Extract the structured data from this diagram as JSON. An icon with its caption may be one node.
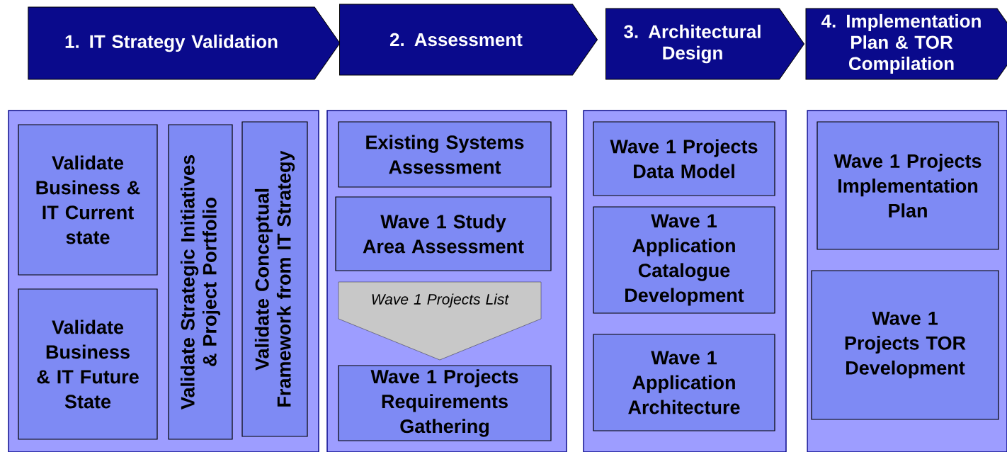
{
  "diagram": {
    "nodes": [
      {
        "text": [
          "1. IT Strategy Validation"
        ]
      },
      {
        "text": [
          "2. Assessment"
        ]
      },
      {
        "text": [
          "3. Architectural Design"
        ]
      },
      {
        "text": [
          "4. Implementation Plan & TOR Compilation"
        ]
      },
      {
        "text": [],
        "shape": "box"
      },
      {
        "text": [
          "Validate Business & IT Current state"
        ],
        "in": 4
      },
      {
        "text": [
          "Validate Business & IT Future State"
        ],
        "in": 4
      },
      {
        "text": [
          "Validate Strategic Initiatives & Project Portfolio"
        ],
        "in": 4
      },
      {
        "text": [
          "Validate Conceptual Framework from IT Strategy"
        ],
        "in": 4
      },
      {
        "text": [],
        "shape": "box"
      },
      {
        "text": [
          "Existing Systems Assessment"
        ],
        "in": 9
      },
      {
        "text": [
          "Wave 1 Study Area Assessment"
        ],
        "in": 9
      },
      {
        "text": [
          "Wave 1 Projects List"
        ],
        "in": 9
      },
      {
        "text": [
          "Wave 1 Projects Requirements Gathering"
        ],
        "in": 9
      },
      {
        "text": [],
        "shape": "box"
      },
      {
        "text": [
          "Wave 1 Projects Data Model"
        ],
        "in": 14
      },
      {
        "text": [
          "Wave 1 Application Catalogue Development"
        ],
        "in": 14
      },
      {
        "text": [
          "Wave 1 Application Architecture"
        ],
        "in": 14
      },
      {
        "text": [],
        "shape": "box"
      },
      {
        "text": [
          "Wave 1 Projects Implementation Plan"
        ],
        "in": 18
      },
      {
        "text": [
          "Wave 1 Projects TOR Development"
        ],
        "in": 18
      }
    ]
  }
}
